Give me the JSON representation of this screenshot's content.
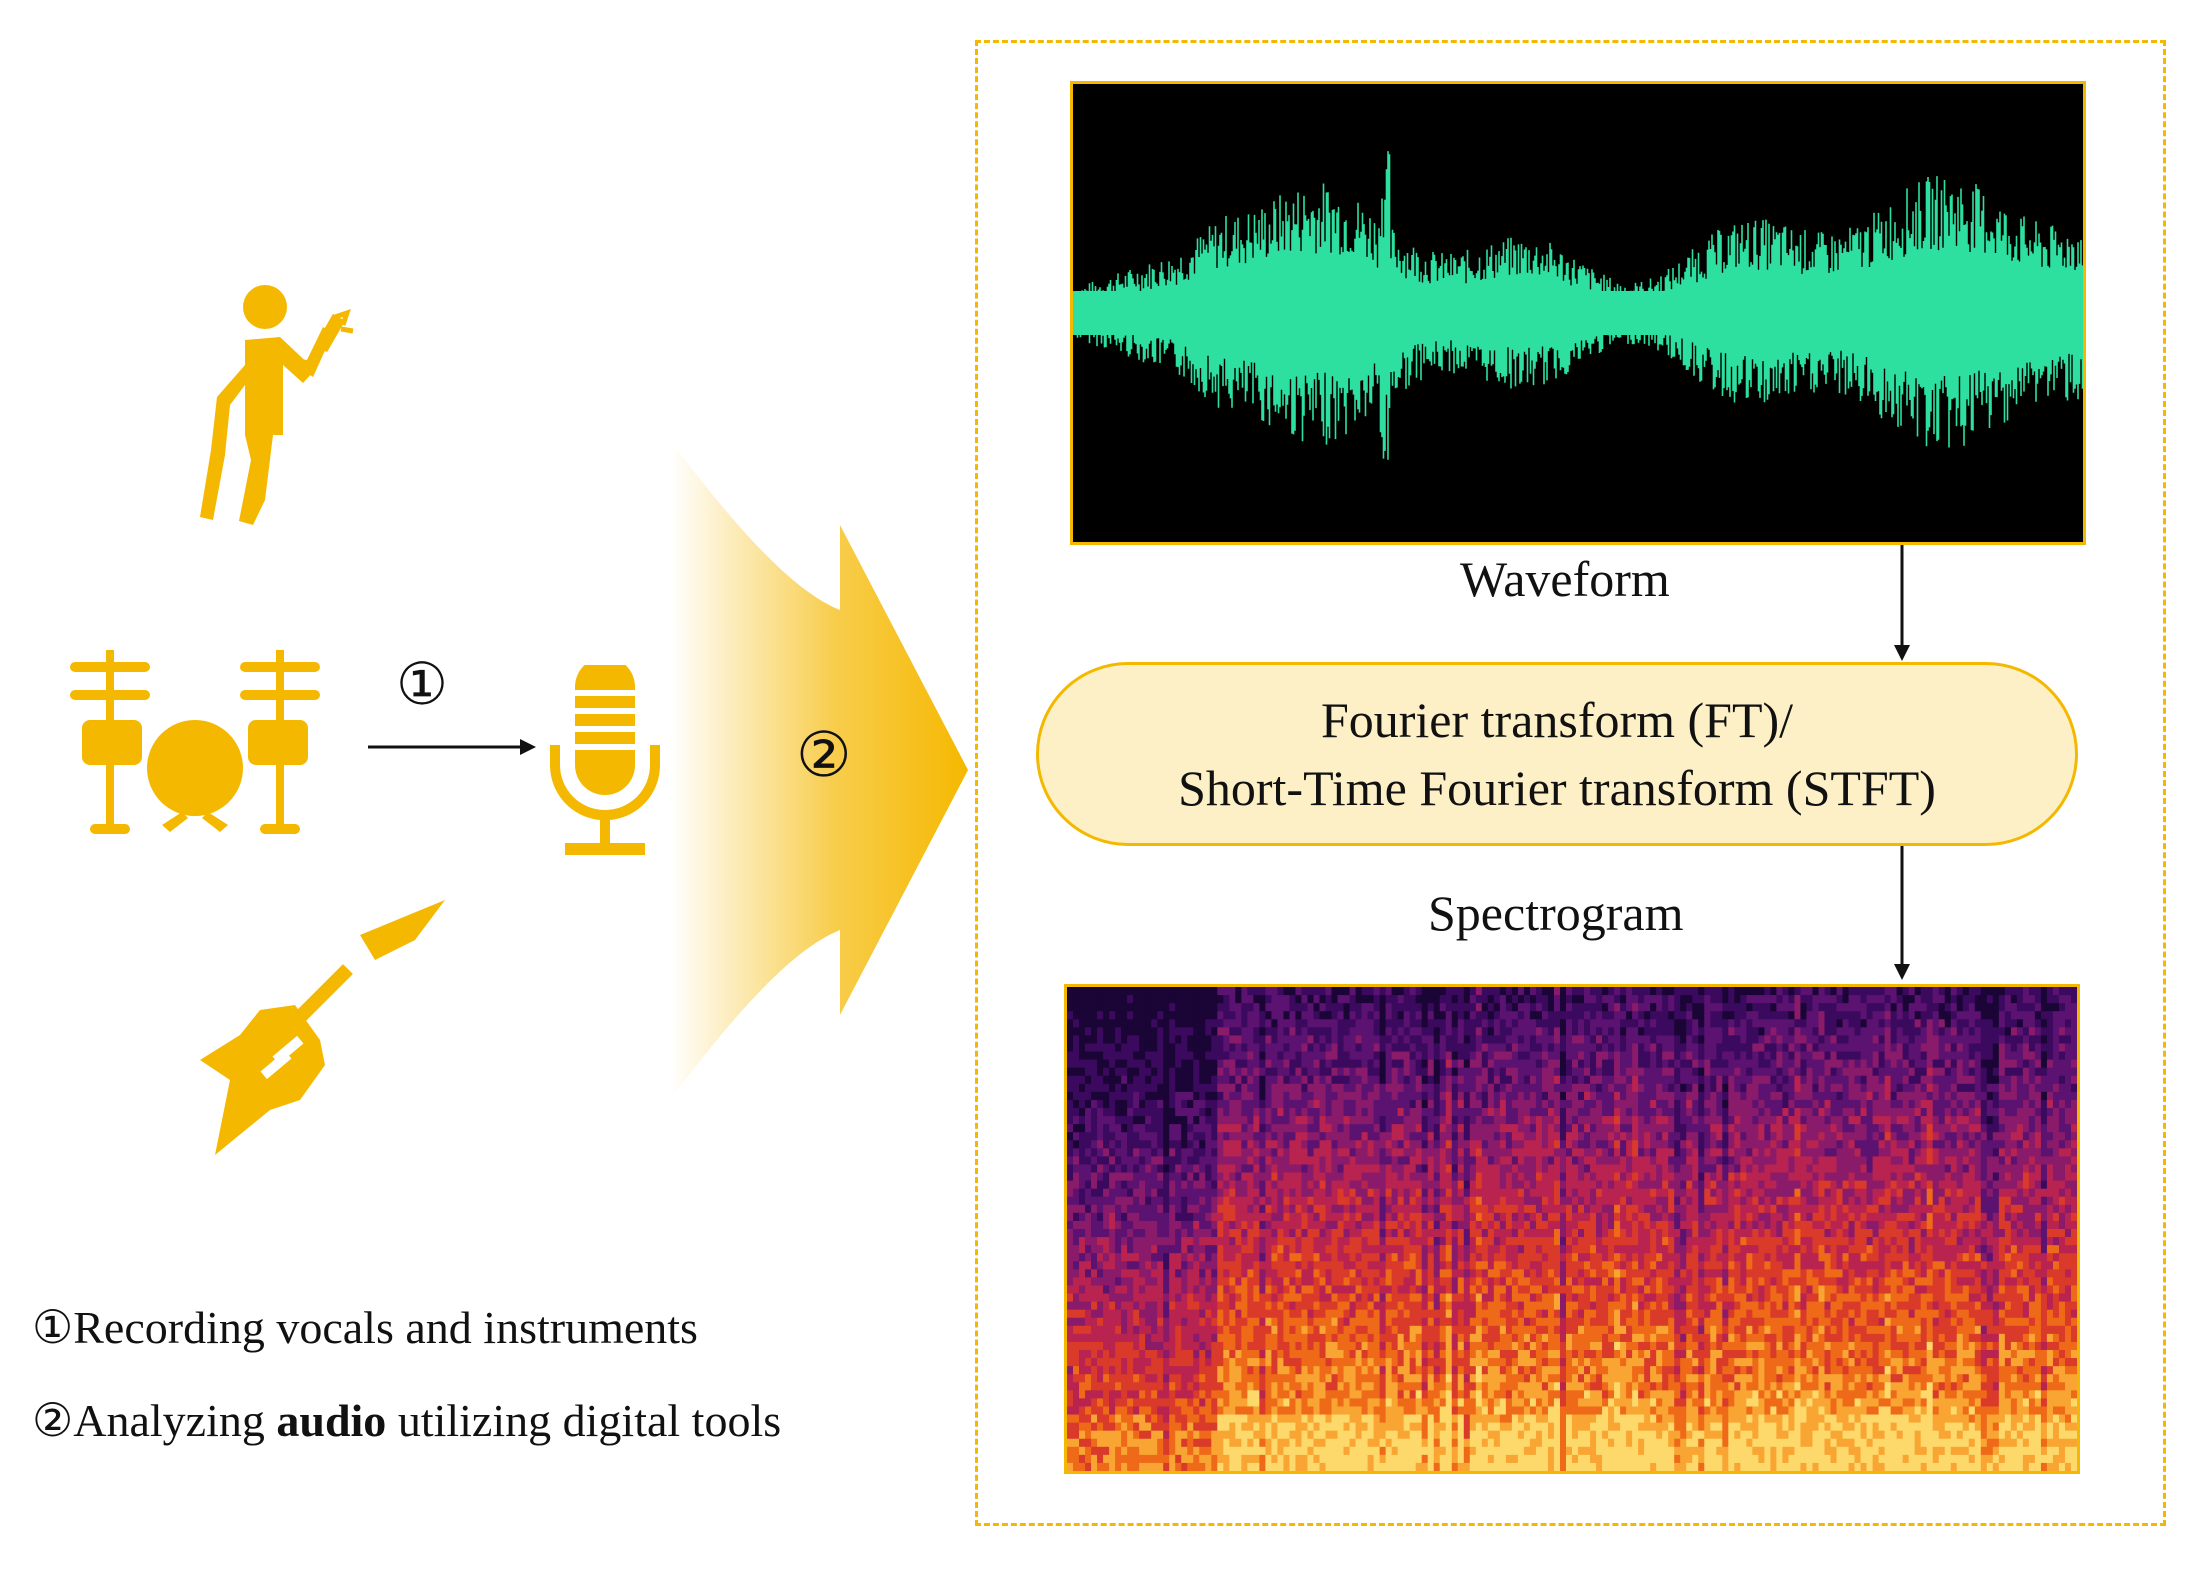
{
  "diagram": {
    "steps": {
      "step1_marker": "①",
      "step2_marker": "②"
    },
    "panels": {
      "waveform_label": "Waveform",
      "spectrogram_label": "Spectrogram"
    },
    "transform_box": {
      "line1": "Fourier transform (FT)/",
      "line2": "Short-Time Fourier transform (STFT)"
    },
    "legend": {
      "item1": "①Recording vocals and instruments",
      "item2_prefix": "②Analyzing ",
      "item2_bold": "audio",
      "item2_suffix": " utilizing digital tools"
    },
    "icons": [
      "singer-icon",
      "drum-kit-icon",
      "electric-guitar-icon",
      "microphone-icon"
    ],
    "colors": {
      "accent": "#f5b800",
      "icon": "#f5b800",
      "waveform": "#2ee0a0",
      "box_fill": "#fdf0c6"
    }
  }
}
